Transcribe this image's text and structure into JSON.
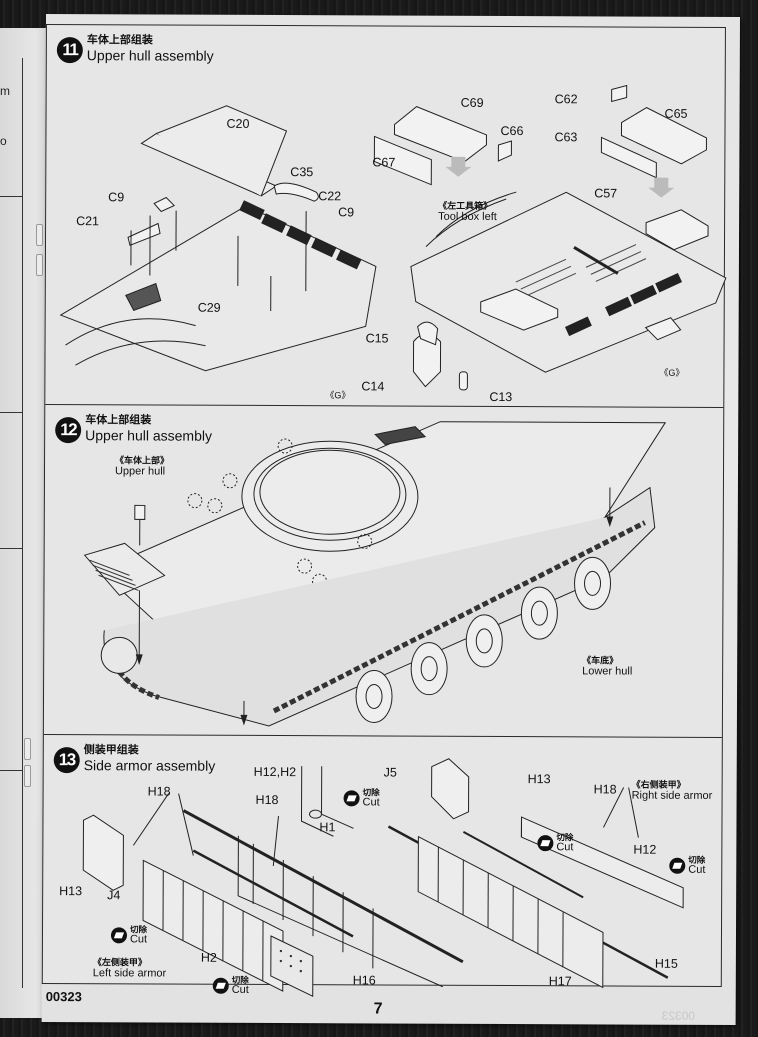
{
  "document": {
    "product_code": "00323",
    "page_number": "7",
    "mirrored_bleed_code": "00323"
  },
  "steps": [
    {
      "number": "11",
      "title_cn": "车体上部组装",
      "title_en": "Upper hull assembly",
      "part_labels": [
        "C20",
        "C35",
        "C22",
        "C9",
        "C9",
        "C21",
        "C29",
        "C69",
        "C66",
        "C67",
        "C62",
        "C65",
        "C63",
        "C57",
        "C15",
        "C14",
        "C13"
      ],
      "notes": [
        {
          "cn": "《左工具箱》",
          "en": "Tool box left"
        }
      ],
      "refs": [
        "《G》",
        "《G》"
      ]
    },
    {
      "number": "12",
      "title_cn": "车体上部组装",
      "title_en": "Upper hull assembly",
      "notes": [
        {
          "cn": "《车体上部》",
          "en": "Upper hull"
        },
        {
          "cn": "《车底》",
          "en": "Lower hull"
        }
      ]
    },
    {
      "number": "13",
      "title_cn": "侧装甲组装",
      "title_en": "Side armor assembly",
      "part_labels": [
        "H12,H2",
        "H18",
        "H18",
        "H1",
        "H13",
        "J4",
        "H2",
        "H16",
        "J5",
        "H13",
        "H18",
        "H12",
        "H15",
        "H17"
      ],
      "notes": [
        {
          "cn": "《左侧装甲》",
          "en": "Left side armor"
        },
        {
          "cn": "《右侧装甲》",
          "en": "Right side armor"
        }
      ],
      "cut_marks": [
        {
          "cn": "切除",
          "en": "Cut"
        },
        {
          "cn": "切除",
          "en": "Cut"
        },
        {
          "cn": "切除",
          "en": "Cut"
        },
        {
          "cn": "切除",
          "en": "Cut"
        },
        {
          "cn": "切除",
          "en": "Cut"
        }
      ]
    }
  ],
  "left_page_fragments": [
    "m",
    "o"
  ],
  "icons": {
    "step_badge": "filled-circle-number",
    "cut_mark": "cut-icon",
    "assembly_arrow": "down-arrow-icon"
  },
  "colors": {
    "paper": "#e6e6e6",
    "ink": "#111111",
    "background": "#1c1c1c"
  }
}
